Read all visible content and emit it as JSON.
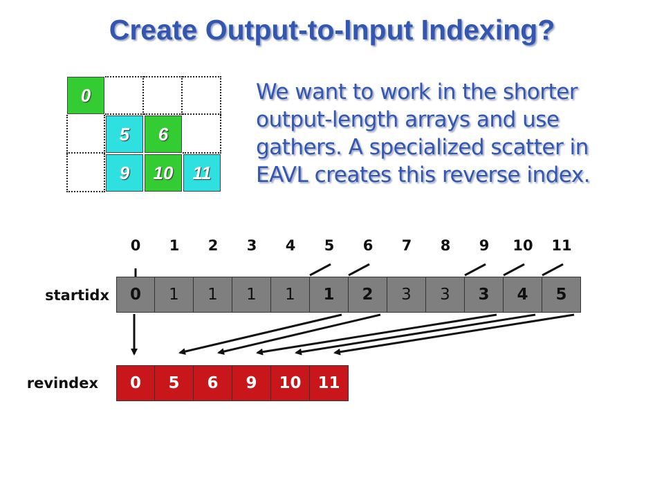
{
  "title": "Create Output-to-Input Indexing?",
  "description": "We want to work in the shorter output-length arrays and use gathers.  A specialized scatter in EAVL creates this reverse index.",
  "grid": {
    "cells": [
      {
        "label": "0",
        "color": "#33cc33"
      },
      {
        "label": "",
        "color": ""
      },
      {
        "label": "",
        "color": ""
      },
      {
        "label": "",
        "color": ""
      },
      {
        "label": "",
        "color": ""
      },
      {
        "label": "5",
        "color": "#2ee0e0"
      },
      {
        "label": "6",
        "color": "#33cc33"
      },
      {
        "label": "",
        "color": ""
      },
      {
        "label": "",
        "color": ""
      },
      {
        "label": "9",
        "color": "#2ee0e0"
      },
      {
        "label": "10",
        "color": "#33cc33"
      },
      {
        "label": "11",
        "color": "#2ee0e0"
      }
    ]
  },
  "indices": [
    "0",
    "1",
    "2",
    "3",
    "4",
    "5",
    "6",
    "7",
    "8",
    "9",
    "10",
    "11"
  ],
  "startidx": {
    "label": "startidx",
    "values": [
      "0",
      "1",
      "1",
      "1",
      "1",
      "1",
      "2",
      "3",
      "3",
      "3",
      "4",
      "5"
    ],
    "bold": [
      true,
      false,
      false,
      false,
      false,
      true,
      true,
      false,
      false,
      true,
      true,
      true
    ],
    "color": "#7f7f7f"
  },
  "revindex": {
    "label": "revindex",
    "values": [
      "0",
      "5",
      "6",
      "9",
      "10",
      "11"
    ],
    "color": "#c8161b"
  }
}
